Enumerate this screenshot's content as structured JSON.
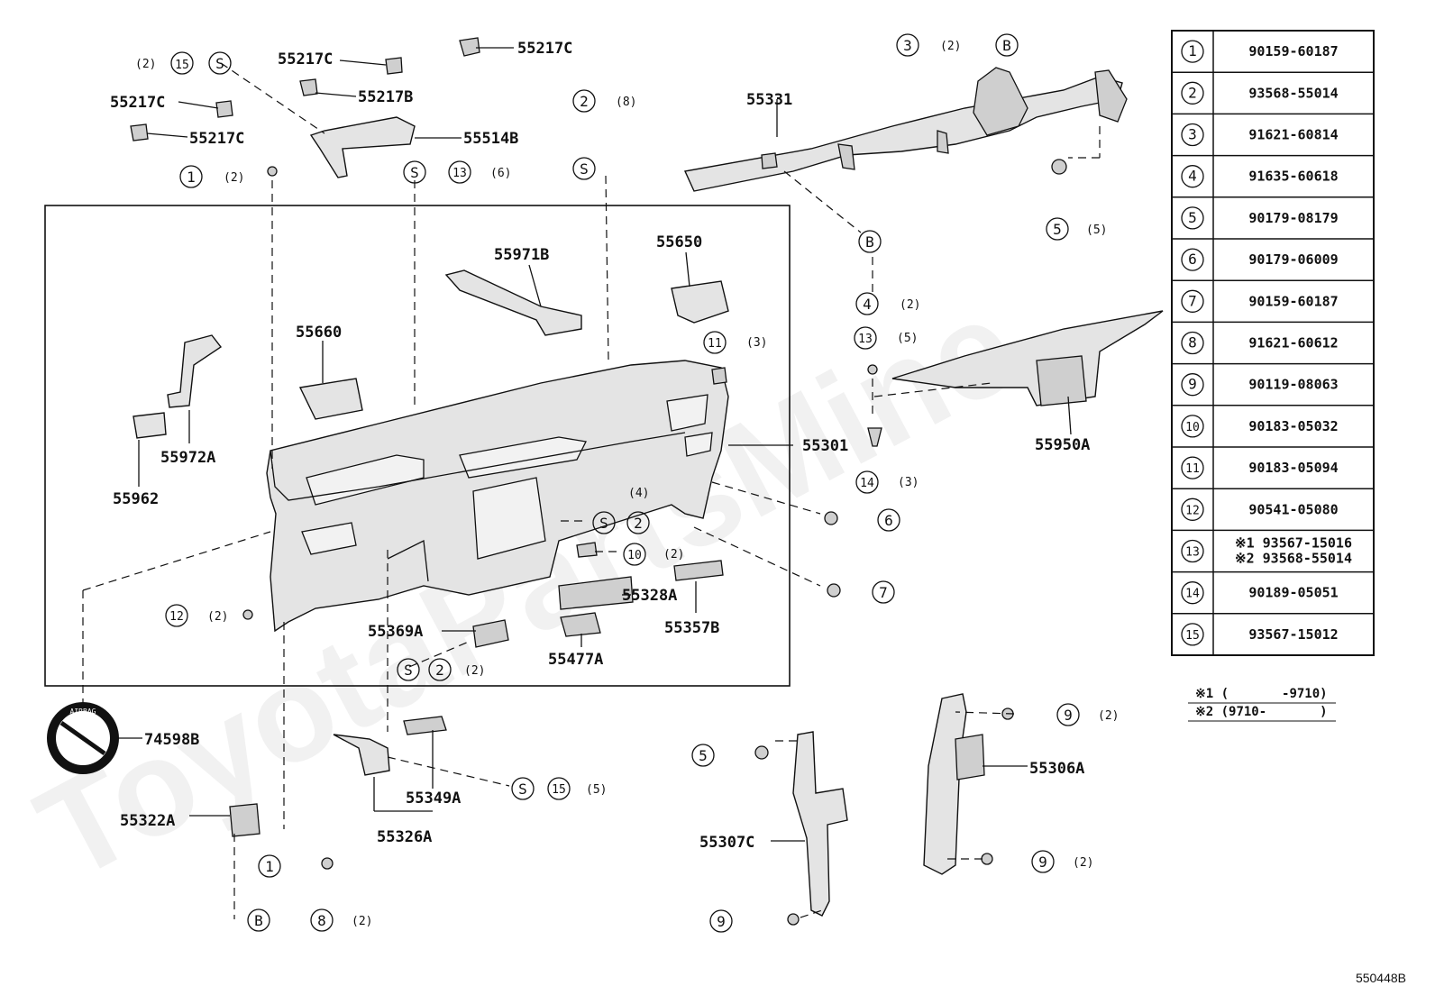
{
  "watermark": "ToyotaPartsMine",
  "diagram_id": "550448B",
  "part_numbers": {
    "p55217c_1": "55217C",
    "p55217c_2": "55217C",
    "p55217c_3": "55217C",
    "p55217c_4": "55217C",
    "p55217b": "55217B",
    "p55514b": "55514B",
    "p55331": "55331",
    "p55971b": "55971B",
    "p55650": "55650",
    "p55660": "55660",
    "p55972a": "55972A",
    "p55962": "55962",
    "p55301": "55301",
    "p55950a": "55950A",
    "p55328a": "55328A",
    "p55357b": "55357B",
    "p55369a": "55369A",
    "p55477a": "55477A",
    "p74598b": "74598B",
    "p55349a": "55349A",
    "p55326a": "55326A",
    "p55322a": "55322A",
    "p55306a": "55306A",
    "p55307c": "55307C"
  },
  "quantities": {
    "q15_top": "(2)",
    "q3_top": "(2)",
    "q1_top": "(2)",
    "q13_top": "(6)",
    "q2_top": "(8)",
    "q5_right": "(5)",
    "q4": "(2)",
    "q13_mid": "(5)",
    "q11": "(3)",
    "q14": "(3)",
    "q2_mid": "(4)",
    "q10": "(2)",
    "q12": "(2)",
    "q2_bottom": "(2)",
    "q15_bottom": "(5)",
    "q8": "(2)",
    "q9_a": "(2)",
    "q9_b": "(2)"
  },
  "callouts": {
    "n1": "1",
    "n2": "2",
    "n3": "3",
    "n4": "4",
    "n5": "5",
    "n6": "6",
    "n7": "7",
    "n8": "8",
    "n9": "9",
    "n10": "10",
    "n11": "11",
    "n12": "12",
    "n13": "13",
    "n14": "14",
    "n15": "15",
    "letter_s": "S",
    "letter_b": "B"
  },
  "fastener_table": [
    {
      "ref": "1",
      "codes": [
        "90159-60187"
      ]
    },
    {
      "ref": "2",
      "codes": [
        "93568-55014"
      ]
    },
    {
      "ref": "3",
      "codes": [
        "91621-60814"
      ]
    },
    {
      "ref": "4",
      "codes": [
        "91635-60618"
      ]
    },
    {
      "ref": "5",
      "codes": [
        "90179-08179"
      ]
    },
    {
      "ref": "6",
      "codes": [
        "90179-06009"
      ]
    },
    {
      "ref": "7",
      "codes": [
        "90159-60187"
      ]
    },
    {
      "ref": "8",
      "codes": [
        "91621-60612"
      ]
    },
    {
      "ref": "9",
      "codes": [
        "90119-08063"
      ]
    },
    {
      "ref": "10",
      "codes": [
        "90183-05032"
      ]
    },
    {
      "ref": "11",
      "codes": [
        "90183-05094"
      ]
    },
    {
      "ref": "12",
      "codes": [
        "90541-05080"
      ]
    },
    {
      "ref": "13",
      "codes": [
        "※1 93567-15016",
        "※2 93568-55014"
      ]
    },
    {
      "ref": "14",
      "codes": [
        "90189-05051"
      ]
    },
    {
      "ref": "15",
      "codes": [
        "93567-15012"
      ]
    }
  ],
  "notes": {
    "note1": "※1 (       -9710)",
    "note2": "※2 (9710-       )"
  },
  "airbag_label": "AIRBAG"
}
